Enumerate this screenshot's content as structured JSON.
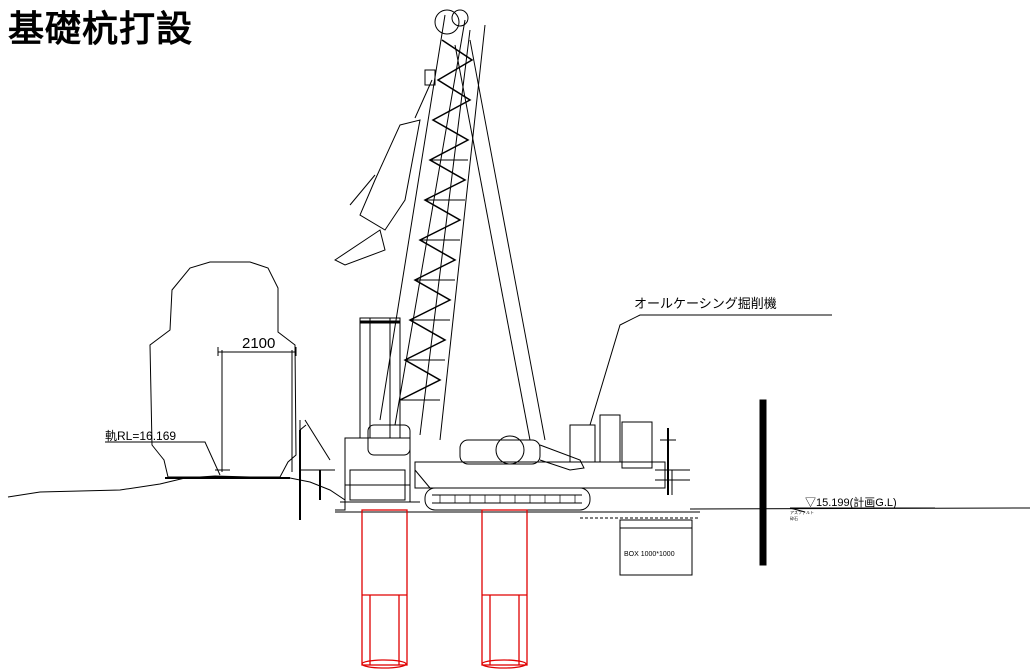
{
  "title": "基礎杭打設",
  "labels": {
    "machine": "オールケーシング掘削機",
    "dimension": "2100",
    "rail_level": "軌RL=16.169",
    "ground_level": "▽15.199(計画G.L)",
    "box": "BOX 1000*1000",
    "small_note_1": "アスファルト",
    "small_note_2": "砕石"
  },
  "colors": {
    "line": "#000000",
    "pile": "#e00000"
  }
}
